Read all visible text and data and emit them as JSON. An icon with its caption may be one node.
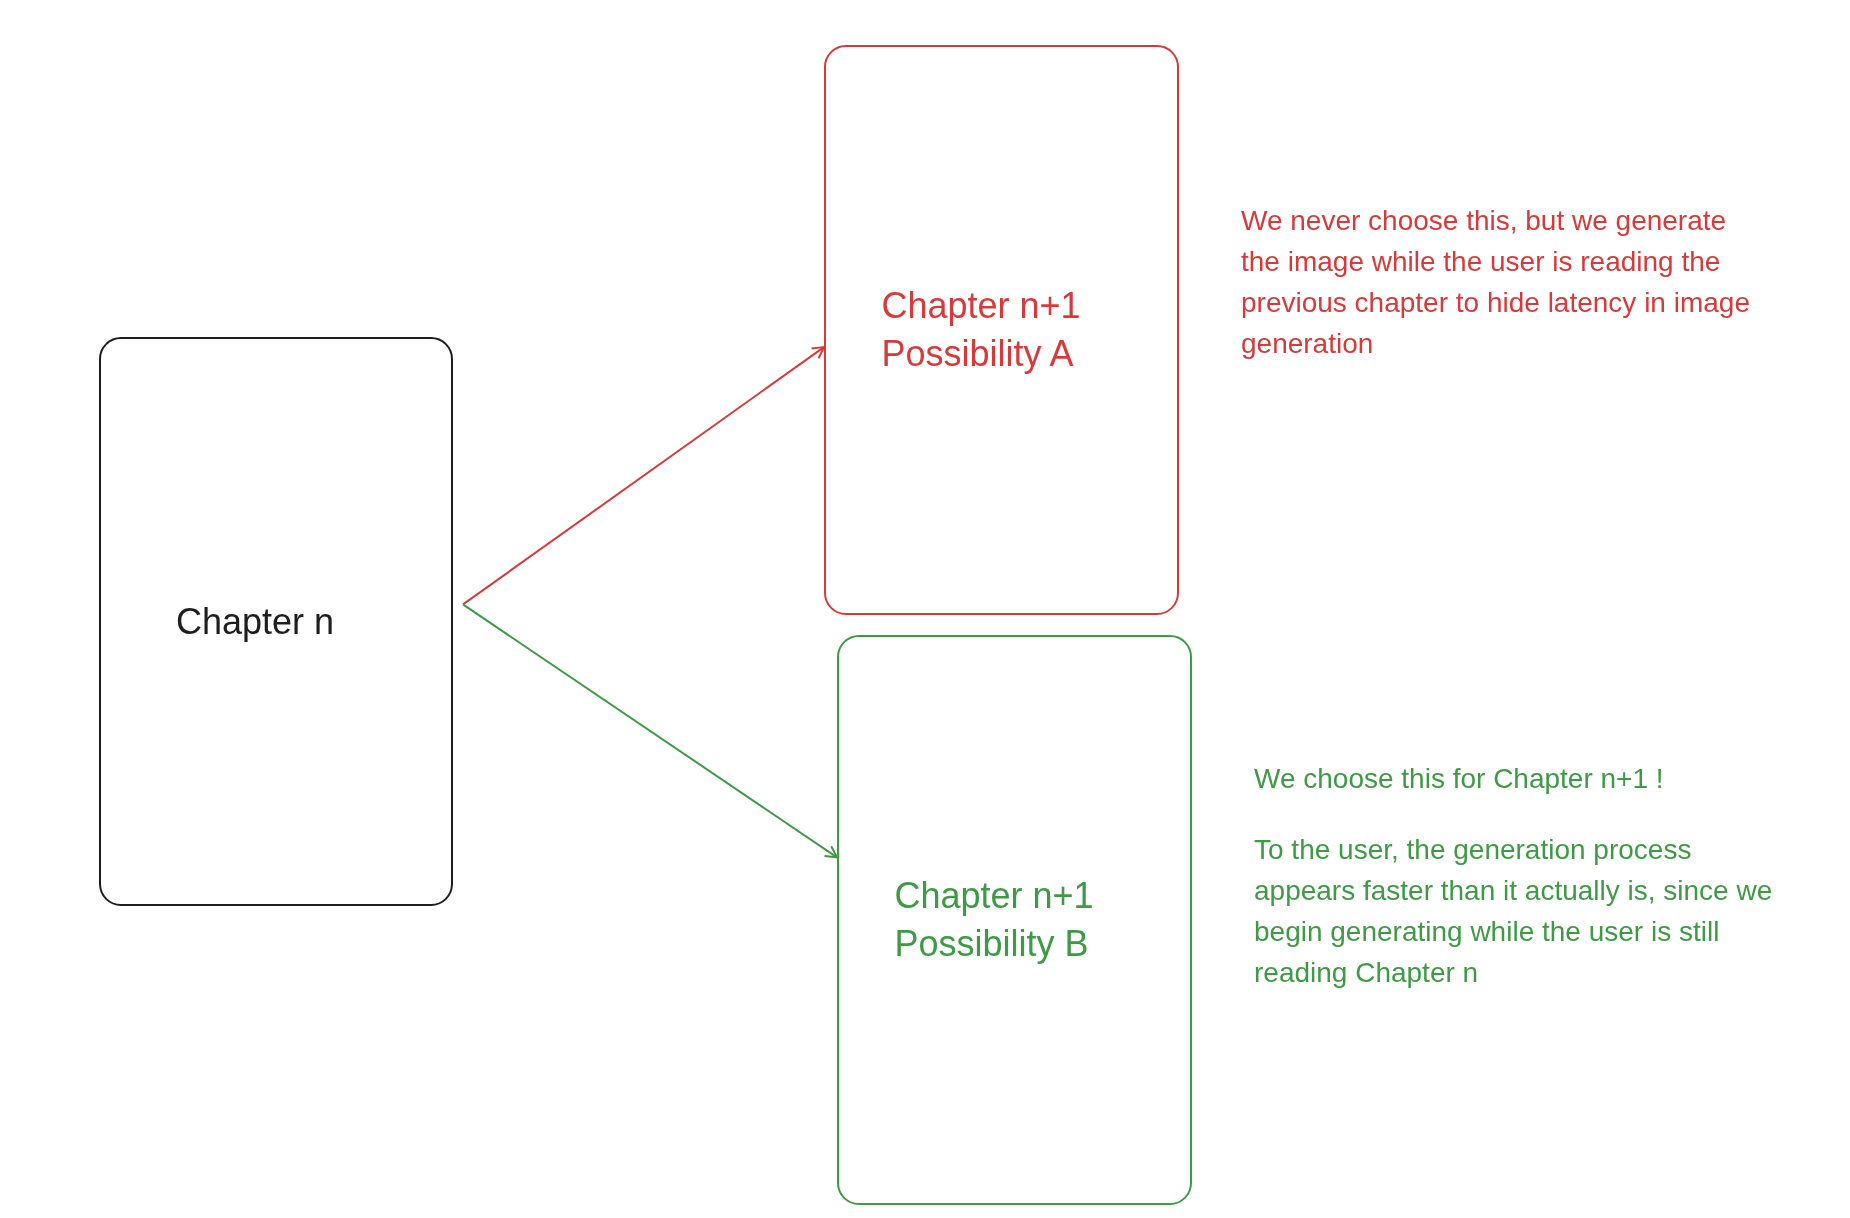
{
  "diagram": {
    "nodes": [
      {
        "text": [
          "Chapter n"
        ]
      },
      {
        "text": [
          "Chapter n+1 Possibility A"
        ],
        "beside": [
          "We never choose this, but we generate the image while the user is reading the previous chapter to hide latency in image generation"
        ]
      },
      {
        "text": [
          "Chapter n+1 Possibility B"
        ],
        "beside": [
          "We choose this for Chapter n+1 !",
          "To the user, the generation process appears faster than it actually is, since we begin generating while the user is still reading Chapter n"
        ]
      }
    ],
    "edges": [
      {
        "from": 0,
        "to": 1,
        "arrow": "to",
        "color": "#d63b3b"
      },
      {
        "from": 0,
        "to": 2,
        "arrow": "to",
        "color": "#3f9a45"
      }
    ]
  }
}
